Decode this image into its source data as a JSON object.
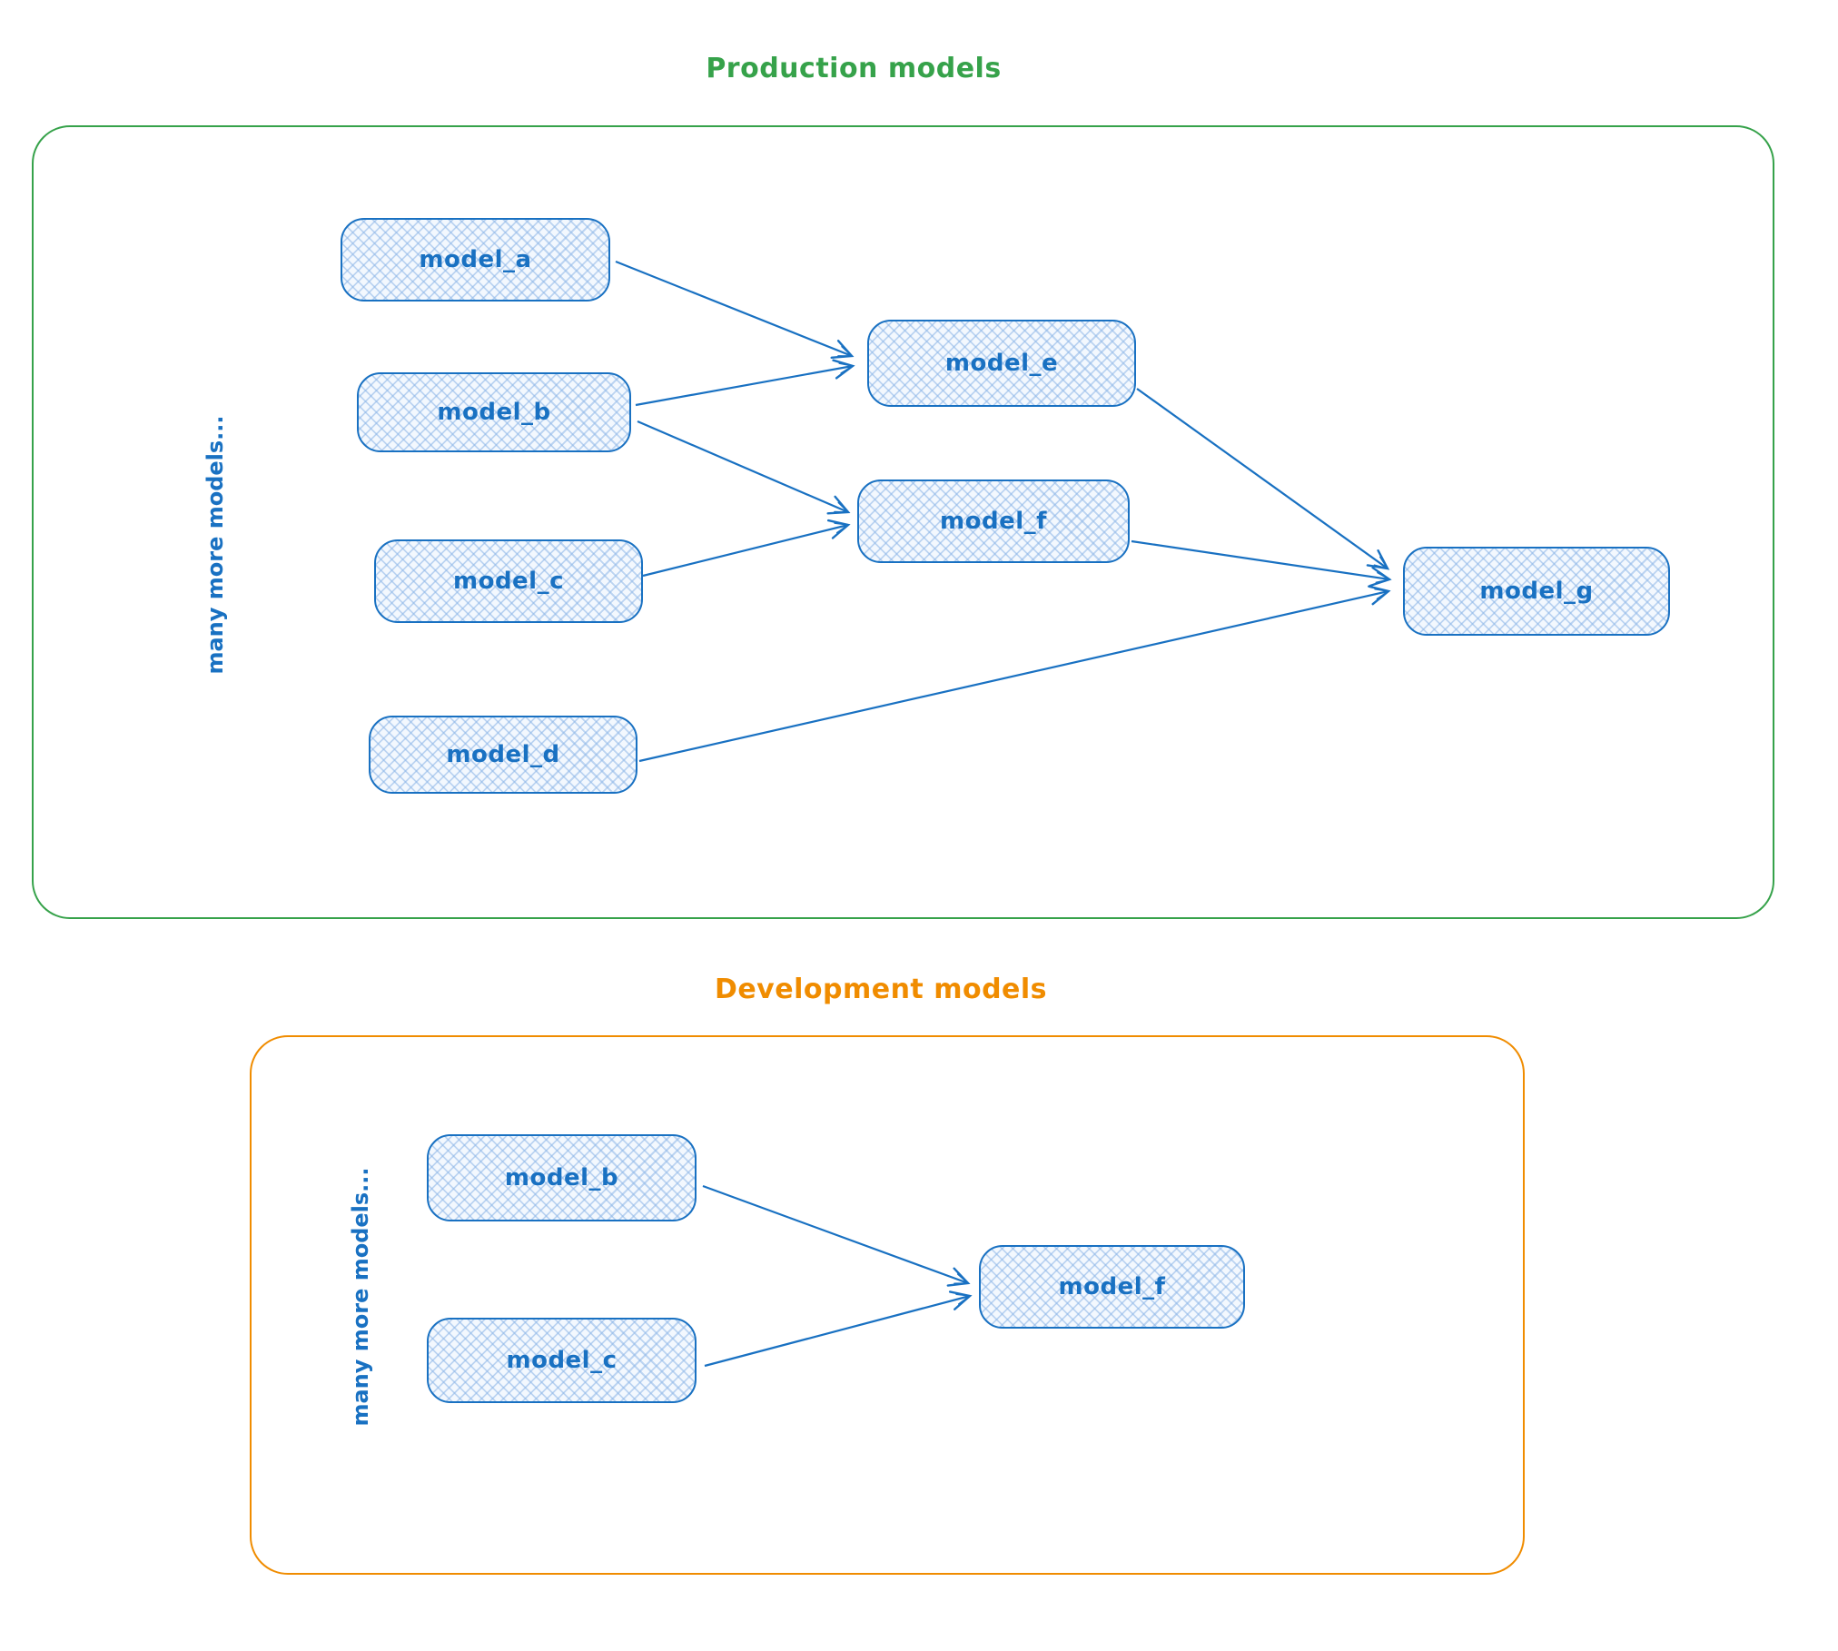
{
  "colors": {
    "blue": "#1971c2",
    "green": "#36a24a",
    "orange": "#f08c00"
  },
  "sections": [
    {
      "id": "production",
      "title": "Production models",
      "side_label": "many more models...",
      "accent": "#36a24a",
      "nodes": [
        {
          "id": "model_a",
          "label": "model_a"
        },
        {
          "id": "model_b",
          "label": "model_b"
        },
        {
          "id": "model_c",
          "label": "model_c"
        },
        {
          "id": "model_d",
          "label": "model_d"
        },
        {
          "id": "model_e",
          "label": "model_e"
        },
        {
          "id": "model_f",
          "label": "model_f"
        },
        {
          "id": "model_g",
          "label": "model_g"
        }
      ],
      "edges": [
        {
          "from": "model_a",
          "to": "model_e"
        },
        {
          "from": "model_b",
          "to": "model_e"
        },
        {
          "from": "model_b",
          "to": "model_f"
        },
        {
          "from": "model_c",
          "to": "model_f"
        },
        {
          "from": "model_e",
          "to": "model_g"
        },
        {
          "from": "model_f",
          "to": "model_g"
        },
        {
          "from": "model_d",
          "to": "model_g"
        }
      ]
    },
    {
      "id": "development",
      "title": "Development models",
      "side_label": "many more models...",
      "accent": "#f08c00",
      "nodes": [
        {
          "id": "model_b",
          "label": "model_b"
        },
        {
          "id": "model_c",
          "label": "model_c"
        },
        {
          "id": "model_f",
          "label": "model_f"
        }
      ],
      "edges": [
        {
          "from": "model_b",
          "to": "model_f"
        },
        {
          "from": "model_c",
          "to": "model_f"
        }
      ]
    }
  ]
}
